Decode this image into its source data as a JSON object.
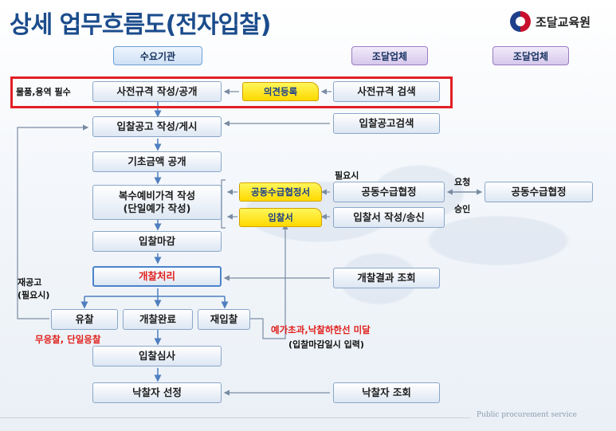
{
  "title": "상세 업무흐름도(전자입찰)",
  "logo": {
    "text": "조달교육원"
  },
  "headers": {
    "col1": "수요기관",
    "col2": "조달업체",
    "col3": "조달업체"
  },
  "labels": {
    "required_note": "물품,용역 필수",
    "need_note": "필요시",
    "request": "요청",
    "approve": "승인",
    "rebid_note_1": "재공고",
    "rebid_note_2": "(필요시)",
    "no_bid_note": "무응찰, 단일응찰",
    "over_price_note": "예가초과,낙찰하한선 미달",
    "deadline_note": "(입찰마감일시 입력)"
  },
  "boxes": {
    "pre_spec": "사전규격 작성/공개",
    "opinion": "의견등록",
    "pre_spec_search": "사전규격 검색",
    "notice": "입찰공고 작성/게시",
    "notice_search": "입찰공고검색",
    "base_price": "기초금액 공개",
    "multi_price_1": "복수예비가격 작성",
    "multi_price_2": "(단일예가 작성)",
    "joint_doc": "공동수급협정서",
    "joint_agree": "공동수급협정",
    "joint_agree_2": "공동수급협정",
    "bid_doc": "입찰서",
    "bid_write": "입찰서 작성/송신",
    "bid_close": "입찰마감",
    "opening": "개찰처리",
    "opening_result": "개찰결과 조회",
    "fail": "유찰",
    "open_done": "개찰완료",
    "rebid": "재입찰",
    "review": "입찰심사",
    "winner": "낙찰자 선정",
    "winner_search": "낙찰자 조회"
  },
  "footer": "Public procurement service"
}
